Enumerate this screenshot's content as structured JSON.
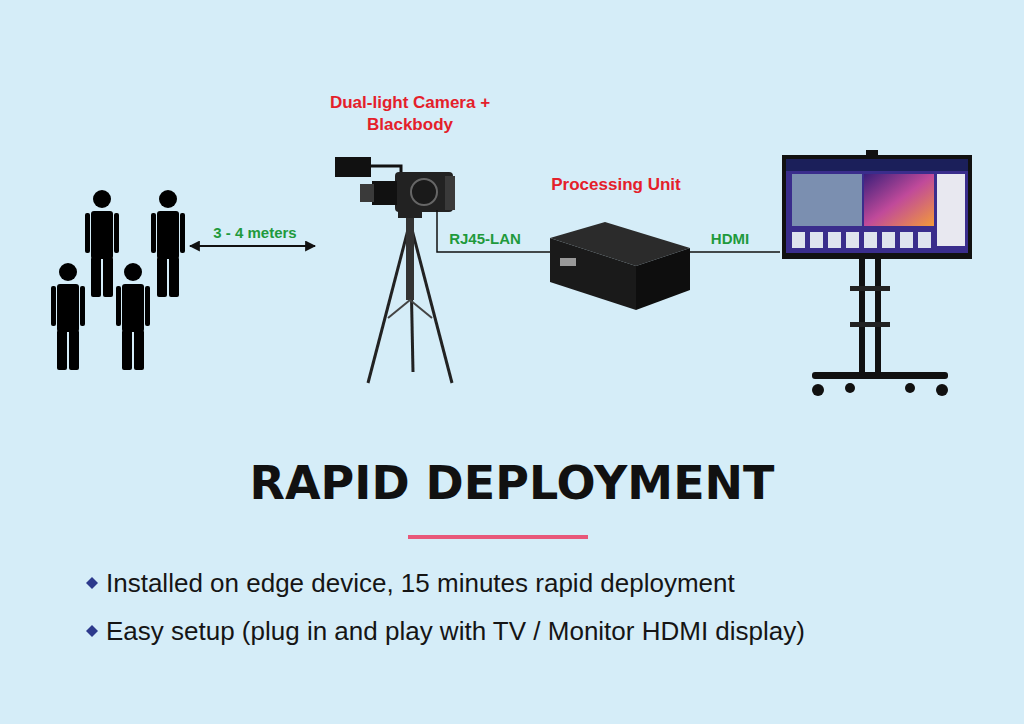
{
  "diagram": {
    "title": "RAPID DEPLOYMENT",
    "nodes": [
      {
        "text": []
      },
      {
        "text": [
          "Dual-light Camera + Blackbody"
        ]
      },
      {
        "text": [
          "Processing Unit"
        ]
      },
      {
        "text": []
      }
    ],
    "edges": [
      {
        "from": 0,
        "to": 1,
        "arrow": "both",
        "label": "3 - 4 meters"
      },
      {
        "from": 1,
        "to": 2,
        "arrow": "none",
        "label": "RJ45-LAN"
      },
      {
        "from": 2,
        "to": 3,
        "arrow": "none",
        "label": "HDMI"
      }
    ],
    "labels": [
      "Installed on edge device, 15 minutes rapid deployment",
      "Easy setup (plug in and play with TV / Monitor HDMI display)"
    ]
  }
}
